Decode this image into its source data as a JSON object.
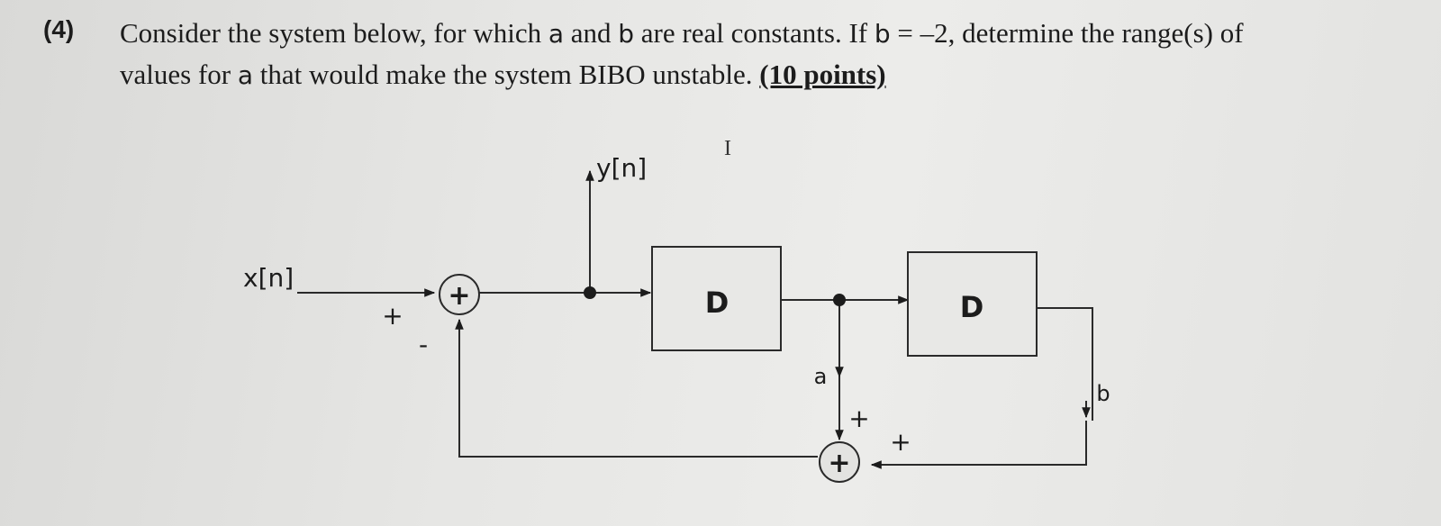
{
  "question": {
    "number": "(4)",
    "line1_pre": "Consider the system below, for which ",
    "var_a": "a",
    "line1_mid": " and ",
    "var_b": "b",
    "line1_post": " are real constants. If ",
    "cond_var": "b",
    "cond_value": " = –2, determine the range(s) of",
    "line2_pre": "values for ",
    "line2_var": "a",
    "line2_post": " that would make the system BIBO unstable. ",
    "points": "(10 points)"
  },
  "diagram": {
    "input_label": "x[n]",
    "output_label": "y[n]",
    "sum1_symbol": "+",
    "sum1_plus_sign": "+",
    "sum1_minus_sign": "-",
    "delay1_label": "D",
    "delay2_label": "D",
    "gain_a_label": "a",
    "gain_b_label": "b",
    "sum2_symbol": "+",
    "sum2_sign_left": "+",
    "sum2_sign_right": "+",
    "cursor_glyph": "I"
  }
}
